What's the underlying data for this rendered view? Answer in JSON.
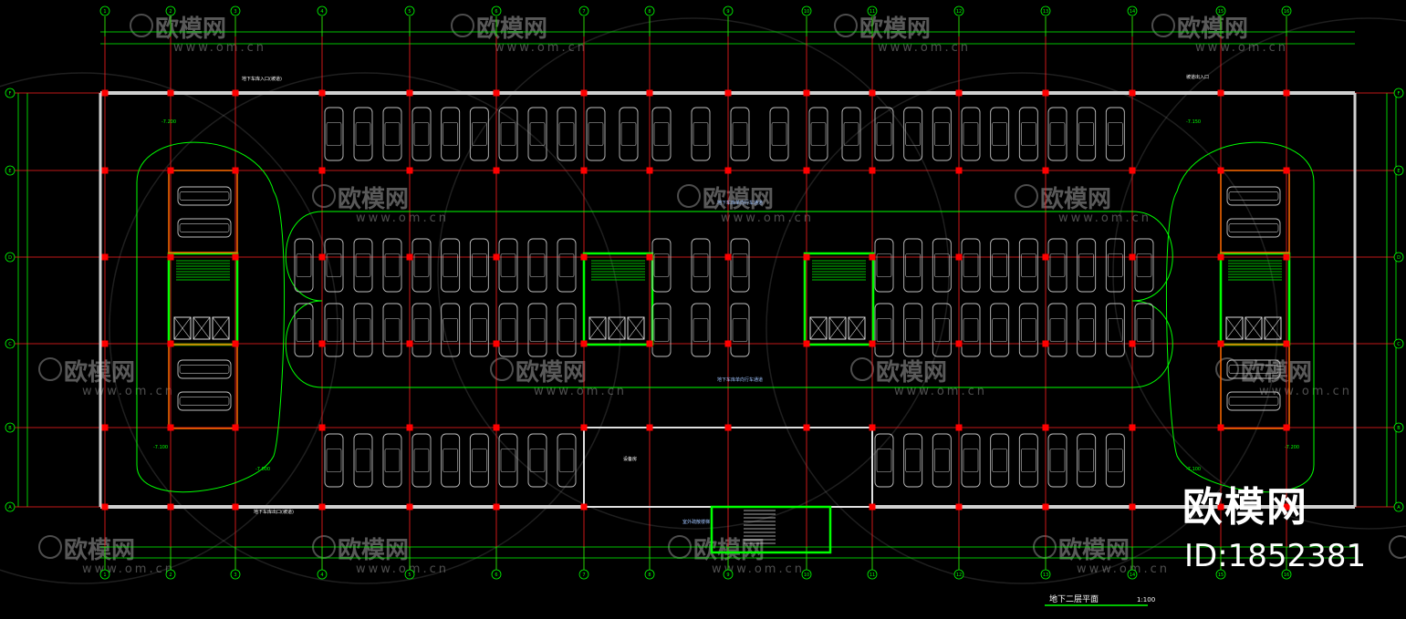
{
  "drawing": {
    "column_axes": [
      "1",
      "2",
      "3",
      "4",
      "5",
      "6",
      "7",
      "8",
      "9",
      "10",
      "11",
      "12",
      "13",
      "14",
      "15",
      "16"
    ],
    "row_axes": [
      "F",
      "E",
      "D",
      "C",
      "B",
      "A"
    ],
    "title": "地下二层平面",
    "scale": "1:100",
    "room_labels": {
      "ramp_top": "地下车库入口(坡道)",
      "ramp_bottom": "地下车库出口(坡道)",
      "aisle_upper": "地下车库单向行车通道",
      "aisle_lower": "地下车库单向行车通道",
      "equipment_room": "设备房",
      "exit_stair": "室外疏散楼梯",
      "right_ramp": "坡道出入口"
    },
    "elevations": [
      "-7.200",
      "-7.100",
      "-7.000",
      "-7.150",
      "-7.200",
      "-7.100"
    ]
  },
  "watermark": {
    "brand": "欧模网",
    "url": "www.om.cn",
    "id_label": "ID:1852381"
  },
  "colors": {
    "background": "#000000",
    "grid": "#ff2020",
    "wall": "#00ff00",
    "slab": "#d0d0d0",
    "car": "#bfbfbf",
    "column": "#ff0000",
    "watermark": "#ffffff"
  }
}
